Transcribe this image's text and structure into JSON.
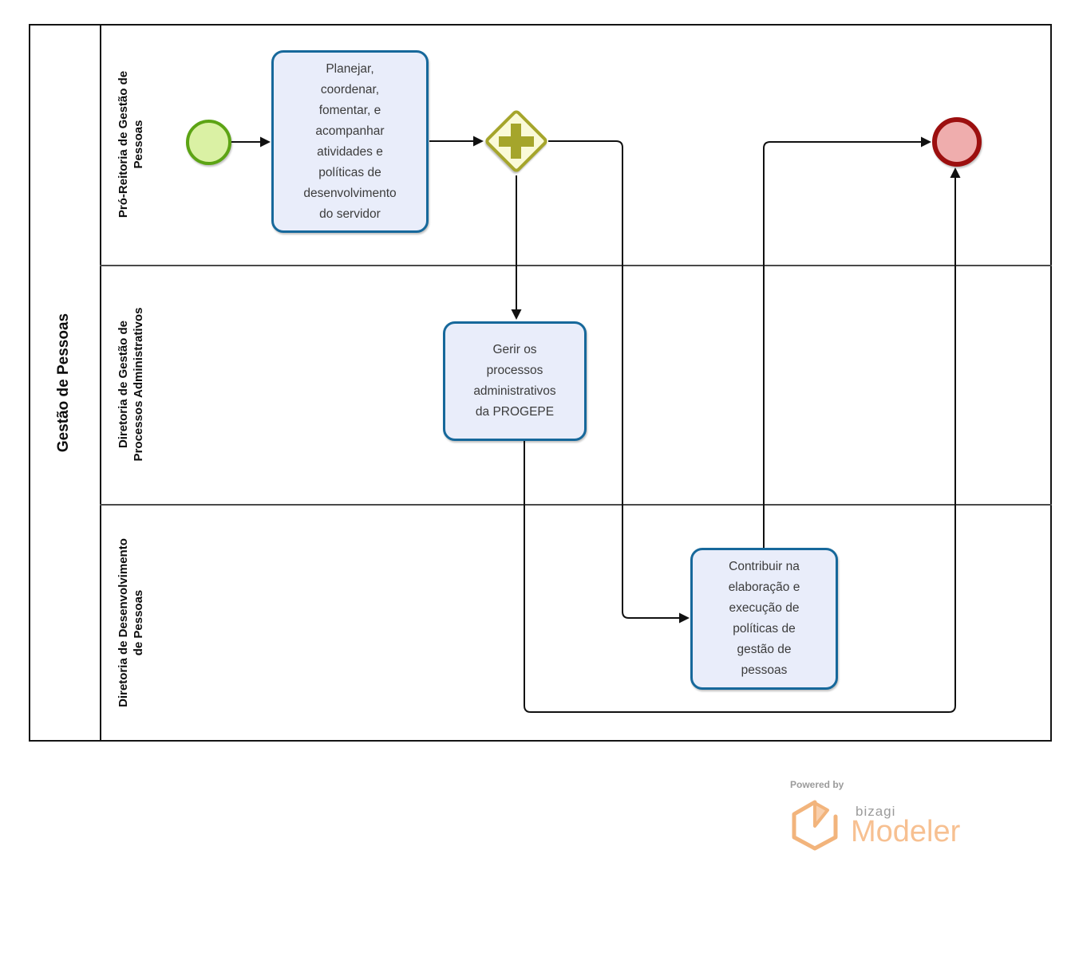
{
  "pool": {
    "title": "Gestão de Pessoas",
    "lanes": [
      {
        "label": "Pró-Reitoria de Gestão de\nPessoas"
      },
      {
        "label": "Diretoria de Gestão de\nProcessos Administrativos"
      },
      {
        "label": "Diretoria de Desenvolvimento\nde Pessoas"
      }
    ]
  },
  "nodes": {
    "start_event": {
      "type": "start-event"
    },
    "task_planejar": {
      "type": "task",
      "label": "Planejar,\ncoordenar,\nfomentar, e\nacompanhar\natividades e\npolíticas de\ndesenvolvimento\ndo servidor"
    },
    "gateway_parallel": {
      "type": "parallel-gateway"
    },
    "task_gerir": {
      "type": "task",
      "label": "Gerir os\nprocessos\nadministrativos\nda PROGEPE"
    },
    "task_contribuir": {
      "type": "task",
      "label": "Contribuir na\nelaboração e\nexecução de\npolíticas de\ngestão de\npessoas"
    },
    "end_event": {
      "type": "end-event"
    }
  },
  "branding": {
    "powered_by": "Powered by",
    "bizagi": "bizagi",
    "modeler": "Modeler"
  },
  "colors": {
    "task_fill": "#e9edfa",
    "task_border": "#16689b",
    "start_fill": "#daf1a4",
    "start_border": "#5ca414",
    "gateway_fill": "#fafad8",
    "gateway_border": "#a5a52b",
    "end_fill": "#efadad",
    "end_border": "#9c0f0f",
    "connector": "#111111",
    "lane_border": "#4a4a4a",
    "pool_border": "#141414",
    "brand_orange": "#f2b47c",
    "brand_orange_light": "#f7c091",
    "brand_gray": "#9b9b9b"
  }
}
